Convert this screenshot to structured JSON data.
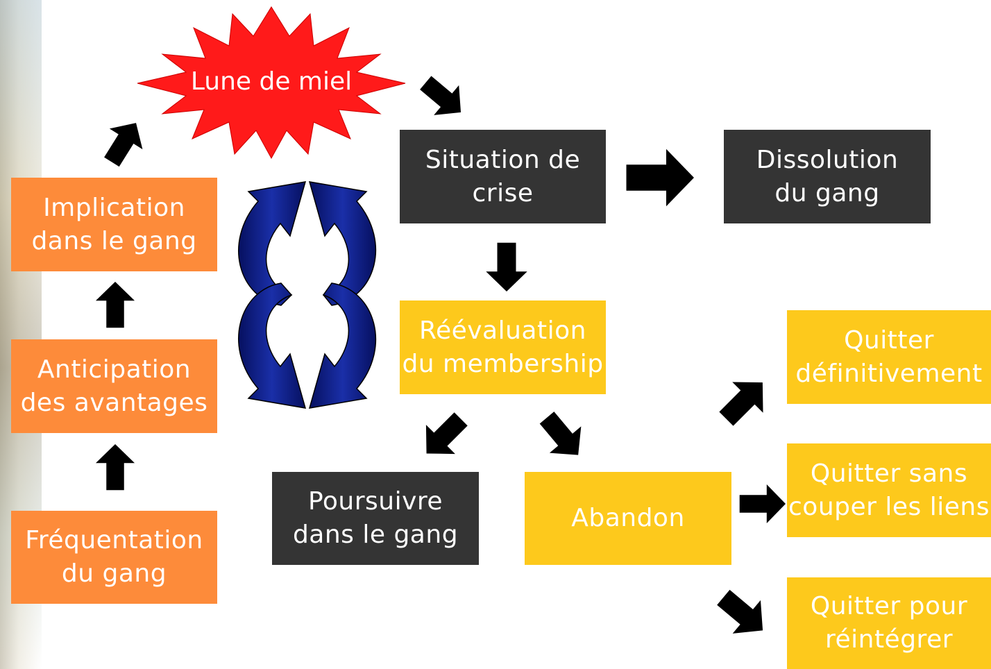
{
  "diagram": {
    "star": {
      "label": "Lune de miel",
      "color": "#ff1a1a"
    },
    "boxes": {
      "implication": "Implication\ndans le gang",
      "anticipation": "Anticipation\ndes avantages",
      "frequentation": "Fréquentation\ndu gang",
      "crise": "Situation de\ncrise",
      "dissolution": "Dissolution\ndu gang",
      "reevaluation": "Réévaluation\ndu membership",
      "poursuivre": "Poursuivre\ndans le gang",
      "abandon": "Abandon",
      "quitter_def": "Quitter\ndéfinitivement",
      "quitter_liens": "Quitter sans\ncouper les liens",
      "quitter_reint": "Quitter pour\nréintégrer"
    },
    "colors": {
      "orange": "#fd8b3a",
      "dark": "#343434",
      "yellow": "#fdc91c",
      "cycle": "#0a1a80"
    }
  }
}
